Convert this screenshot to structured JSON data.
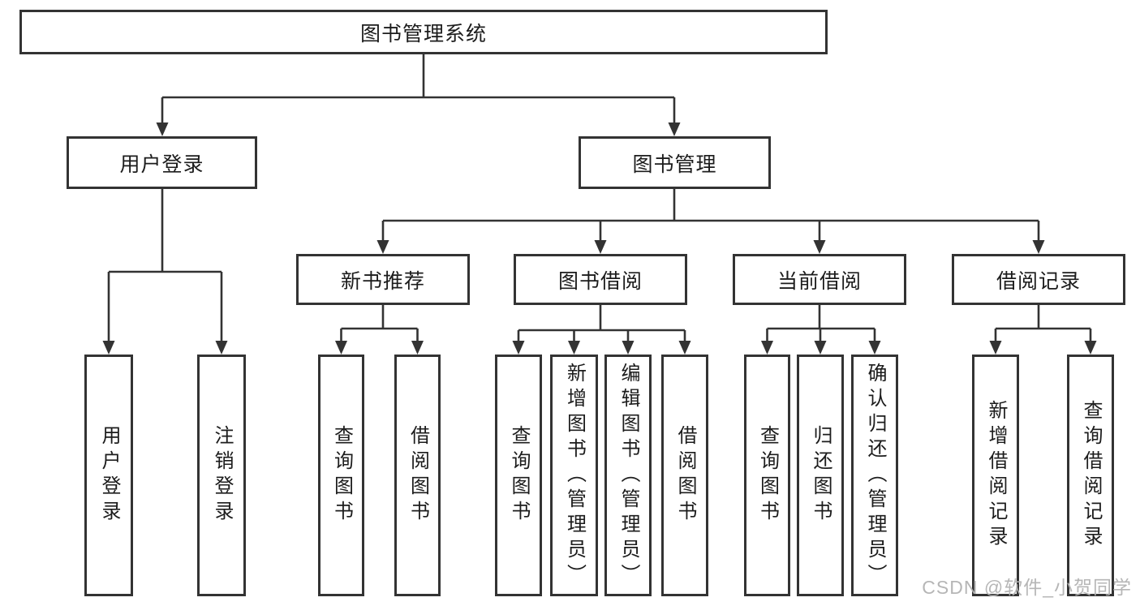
{
  "tree": {
    "root": {
      "label": "图书管理系统"
    },
    "user_login": {
      "label": "用户登录",
      "children": [
        {
          "label": "用户登录"
        },
        {
          "label": "注销登录"
        }
      ]
    },
    "book_management": {
      "label": "图书管理",
      "groups": [
        {
          "label": "新书推荐",
          "children": [
            {
              "label": "查询图书"
            },
            {
              "label": "借阅图书"
            }
          ]
        },
        {
          "label": "图书借阅",
          "children": [
            {
              "label": "查询图书"
            },
            {
              "label": "新增图书（管理员）"
            },
            {
              "label": "编辑图书（管理员）"
            },
            {
              "label": "借阅图书"
            }
          ]
        },
        {
          "label": "当前借阅",
          "children": [
            {
              "label": "查询图书"
            },
            {
              "label": "归还图书"
            },
            {
              "label": "确认归还（管理员）"
            }
          ]
        },
        {
          "label": "借阅记录",
          "children": [
            {
              "label": "新增借阅记录"
            },
            {
              "label": "查询借阅记录"
            }
          ]
        }
      ]
    }
  },
  "watermark": {
    "text": "CSDN @软件_小贺同学"
  },
  "colors": {
    "line": "#333333",
    "text": "#1c1c1c",
    "watermark": "#b2b2b2",
    "background": "#ffffff"
  }
}
